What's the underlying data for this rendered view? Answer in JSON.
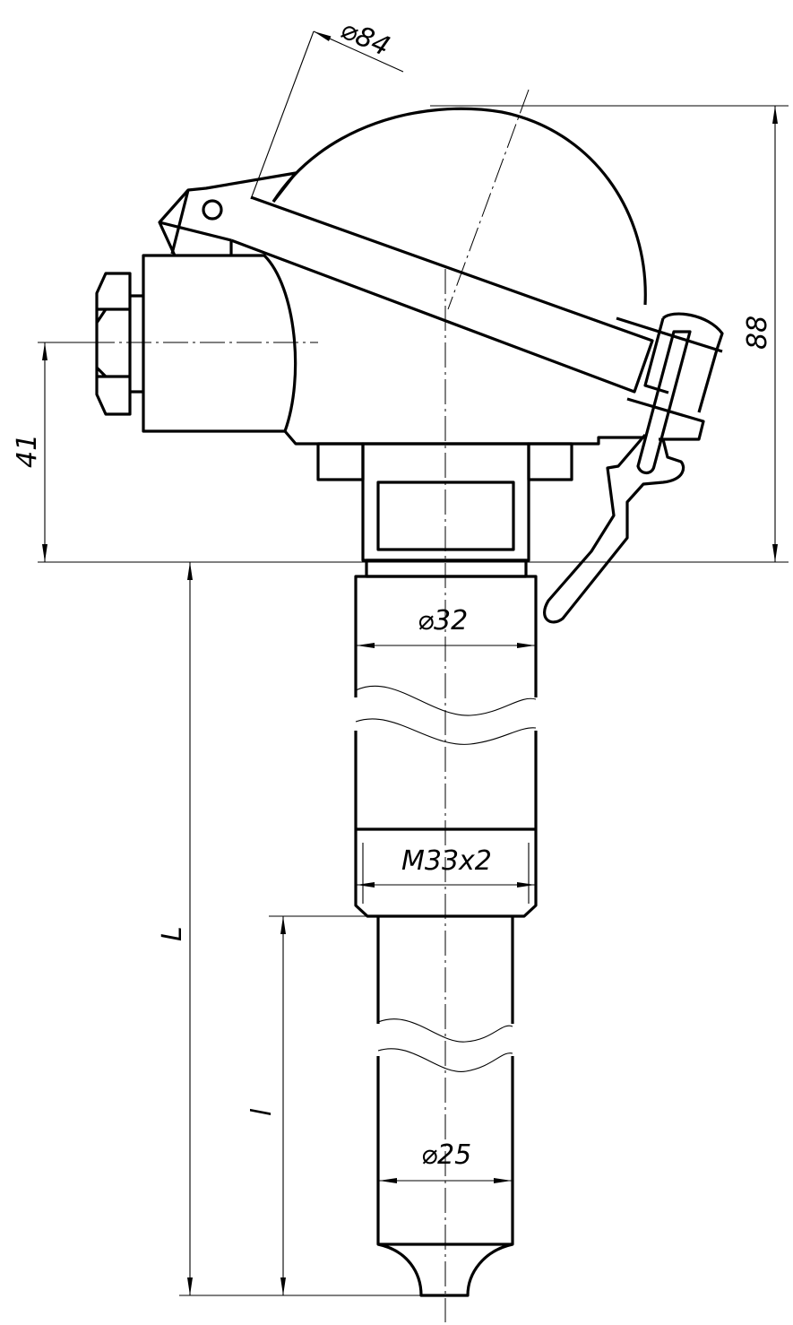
{
  "drawing": {
    "dimensions": {
      "head_diameter": "⌀84",
      "head_height": "88",
      "inlet_height": "41",
      "tube_diameter": "⌀32",
      "thread": "M33x2",
      "total_length": "L",
      "immersion_length": "l",
      "probe_diameter": "⌀25"
    },
    "line_color": "#000000",
    "background": "#ffffff"
  }
}
